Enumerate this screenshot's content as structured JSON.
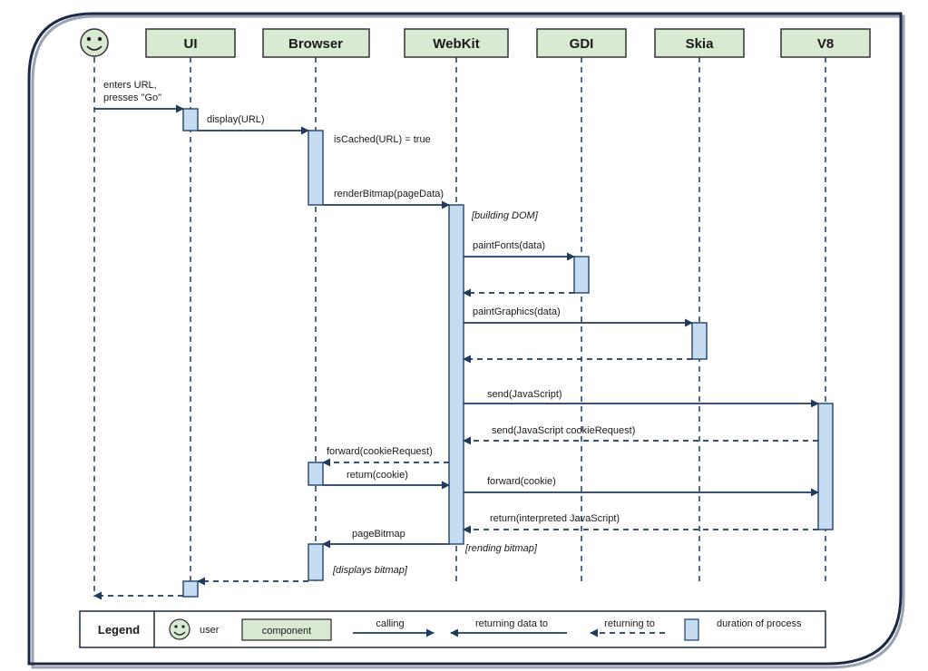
{
  "actor_icon": "smiley-face-icon",
  "colors": {
    "header_fill": "#d9ead3",
    "header_stroke": "#333333",
    "activation_fill": "#c6dcf0",
    "activation_stroke": "#2a4d75",
    "arrow": "#1f3a5f",
    "frame": "#1e2a44"
  },
  "participants": [
    {
      "id": "user",
      "label": ""
    },
    {
      "id": "ui",
      "label": "UI"
    },
    {
      "id": "browser",
      "label": "Browser"
    },
    {
      "id": "webkit",
      "label": "WebKit"
    },
    {
      "id": "gdi",
      "label": "GDI"
    },
    {
      "id": "skia",
      "label": "Skia"
    },
    {
      "id": "v8",
      "label": "V8"
    }
  ],
  "messages": [
    {
      "from": "user",
      "to": "ui",
      "type": "call",
      "label": [
        "enters URL,",
        "presses \"Go\""
      ]
    },
    {
      "from": "ui",
      "to": "browser",
      "type": "call",
      "label": [
        "display(URL)"
      ]
    },
    {
      "from": "browser",
      "to": "browser",
      "type": "note",
      "label": [
        "isCached(URL) = true"
      ]
    },
    {
      "from": "browser",
      "to": "webkit",
      "type": "call",
      "label": [
        "renderBitmap(pageData)"
      ]
    },
    {
      "from": "webkit",
      "to": "webkit",
      "type": "note",
      "label": [
        "[building DOM]"
      ]
    },
    {
      "from": "webkit",
      "to": "gdi",
      "type": "call",
      "label": [
        "paintFonts(data)"
      ]
    },
    {
      "from": "gdi",
      "to": "webkit",
      "type": "return",
      "label": [
        ""
      ]
    },
    {
      "from": "webkit",
      "to": "skia",
      "type": "call",
      "label": [
        "paintGraphics(data)"
      ]
    },
    {
      "from": "skia",
      "to": "webkit",
      "type": "return",
      "label": [
        ""
      ]
    },
    {
      "from": "webkit",
      "to": "v8",
      "type": "call",
      "label": [
        "send(JavaScript)"
      ]
    },
    {
      "from": "v8",
      "to": "webkit",
      "type": "return",
      "label": [
        "send(JavaScript cookieRequest)"
      ]
    },
    {
      "from": "webkit",
      "to": "browser",
      "type": "return",
      "label": [
        "forward(cookieRequest)"
      ]
    },
    {
      "from": "browser",
      "to": "webkit",
      "type": "call",
      "label": [
        "return(cookie)"
      ]
    },
    {
      "from": "webkit",
      "to": "v8",
      "type": "call",
      "label": [
        "forward(cookie)"
      ]
    },
    {
      "from": "v8",
      "to": "webkit",
      "type": "return",
      "label": [
        "return(interpreted JavaScript)"
      ]
    },
    {
      "from": "webkit",
      "to": "browser",
      "type": "data",
      "label": [
        "pageBitmap"
      ]
    },
    {
      "from": "webkit",
      "to": "webkit",
      "type": "note",
      "label": [
        "[rending bitmap]"
      ]
    },
    {
      "from": "browser",
      "to": "browser",
      "type": "note",
      "label": [
        "[displays bitmap]"
      ]
    },
    {
      "from": "browser",
      "to": "ui",
      "type": "return",
      "label": [
        ""
      ]
    },
    {
      "from": "ui",
      "to": "user",
      "type": "return",
      "label": [
        ""
      ]
    }
  ],
  "legend": {
    "title": "Legend",
    "user": "user",
    "component": "component",
    "calling": "calling",
    "returning_data": "returning data to",
    "returning": "returning to",
    "duration": "duration of process"
  }
}
